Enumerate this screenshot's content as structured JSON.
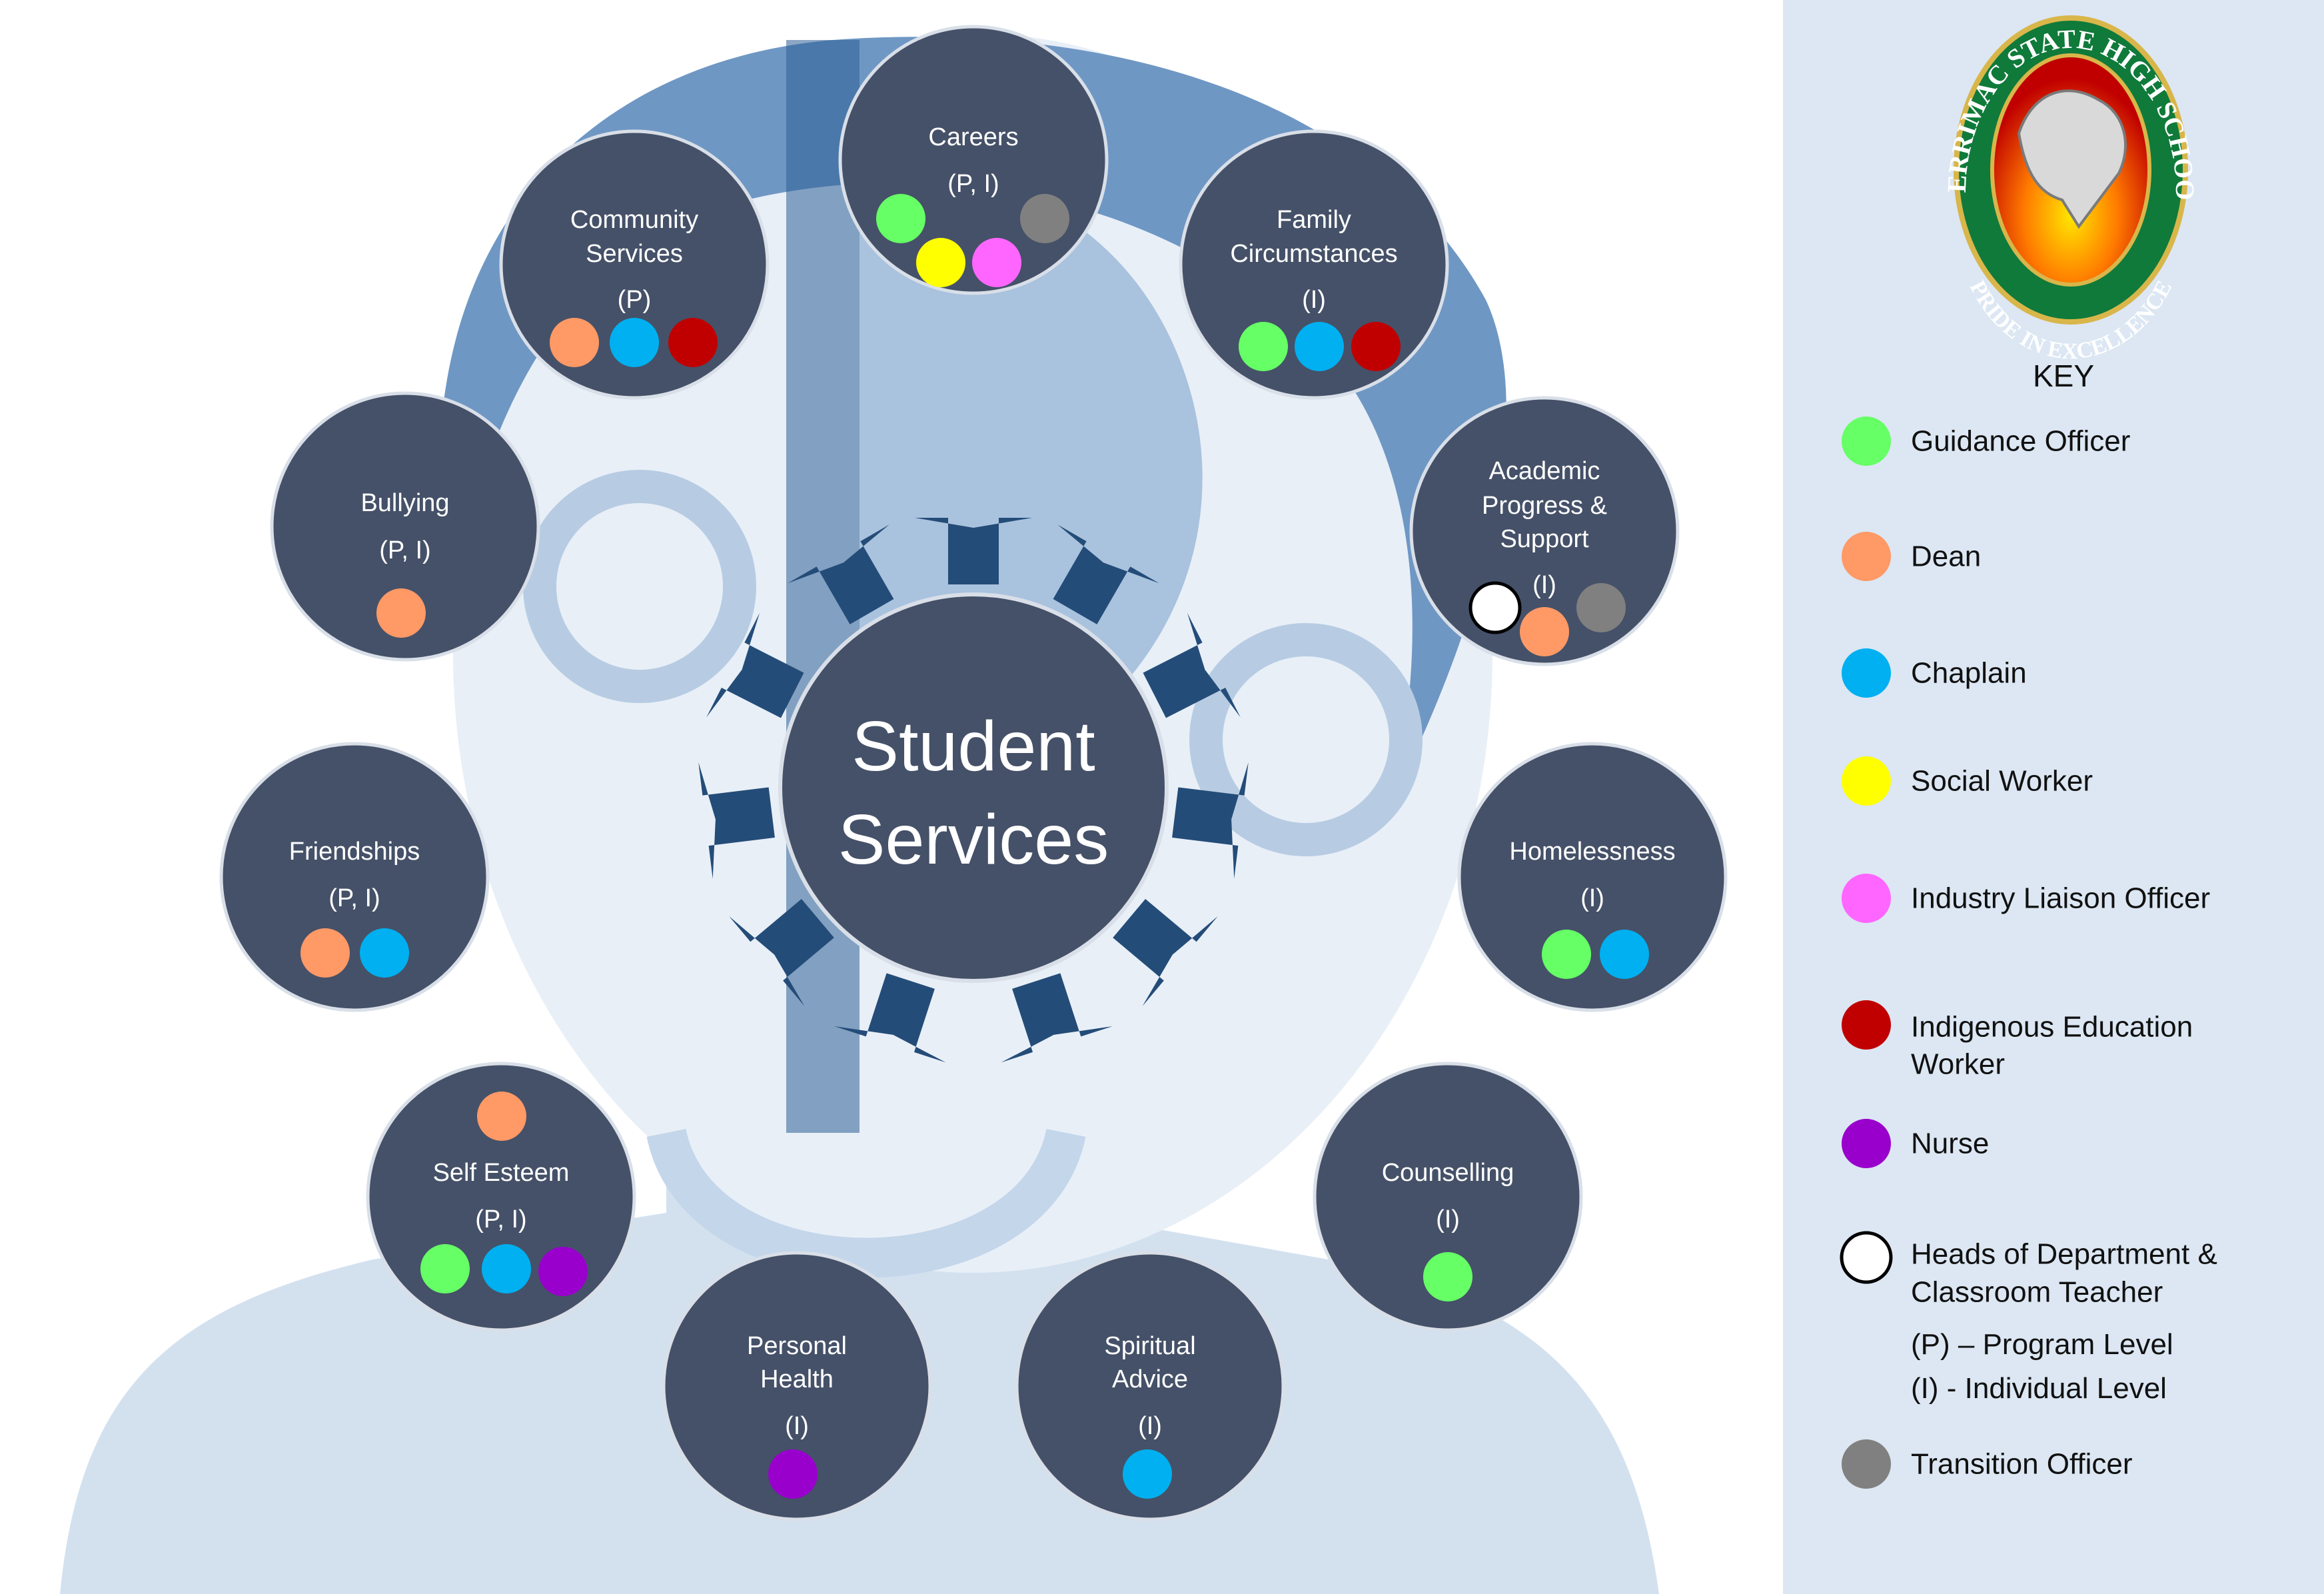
{
  "colors": {
    "node_fill": "#455168",
    "arrow_fill": "#244C78",
    "key_panel": "#DCE7F3",
    "silhouette": "#C9D9EA",
    "head_blue": "#6F97C4",
    "Guidance Officer": "#66FF66",
    "Dean": "#FF9966",
    "Chaplain": "#00B0F0",
    "Social Worker": "#FFFF00",
    "Industry Liaison Officer": "#FF66FF",
    "Indigenous Education Worker": "#C00000",
    "Nurse": "#9900CC",
    "Heads of Department & Classroom Teacher": "#FFFFFF",
    "Transition Officer": "#808080"
  },
  "center": {
    "title_line1": "Student",
    "title_line2": "Services"
  },
  "nodes": [
    {
      "id": "careers",
      "lines": [
        "Careers"
      ],
      "level": "(P, I)",
      "roles": [
        "Guidance Officer",
        "Transition Officer",
        "Social Worker",
        "Industry Liaison Officer"
      ]
    },
    {
      "id": "community-services",
      "lines": [
        "Community",
        "Services"
      ],
      "level": "(P)",
      "roles": [
        "Dean",
        "Chaplain",
        "Indigenous Education Worker"
      ]
    },
    {
      "id": "family-circumstances",
      "lines": [
        "Family",
        "Circumstances"
      ],
      "level": "(I)",
      "roles": [
        "Guidance Officer",
        "Chaplain",
        "Indigenous Education Worker"
      ]
    },
    {
      "id": "bullying",
      "lines": [
        "Bullying"
      ],
      "level": "(P, I)",
      "roles": [
        "Dean"
      ]
    },
    {
      "id": "academic-progress",
      "lines": [
        "Academic",
        "Progress &",
        "Support"
      ],
      "level": "(I)",
      "roles": [
        "Heads of Department & Classroom Teacher",
        "Dean",
        "Transition Officer"
      ]
    },
    {
      "id": "friendships",
      "lines": [
        "Friendships"
      ],
      "level": "(P, I)",
      "roles": [
        "Dean",
        "Chaplain"
      ]
    },
    {
      "id": "homelessness",
      "lines": [
        "Homelessness"
      ],
      "level": "(I)",
      "roles": [
        "Guidance Officer",
        "Chaplain"
      ]
    },
    {
      "id": "self-esteem",
      "lines": [
        "Self Esteem"
      ],
      "level": "(P, I)",
      "roles": [
        "Dean",
        "Guidance Officer",
        "Chaplain",
        "Nurse"
      ]
    },
    {
      "id": "counselling",
      "lines": [
        "Counselling"
      ],
      "level": "(I)",
      "roles": [
        "Guidance Officer"
      ]
    },
    {
      "id": "personal-health",
      "lines": [
        "Personal",
        "Health"
      ],
      "level": "(I)",
      "roles": [
        "Nurse"
      ]
    },
    {
      "id": "spiritual-advice",
      "lines": [
        "Spiritual",
        "Advice"
      ],
      "level": "(I)",
      "roles": [
        "Chaplain"
      ]
    }
  ],
  "logo": {
    "top_text": "MERRIMAC STATE HIGH SCHOOL",
    "bottom_text": "PRIDE IN EXCELLENCE"
  },
  "key": {
    "title": "KEY",
    "items": [
      {
        "role": "Guidance Officer",
        "lines": [
          "Guidance Officer"
        ]
      },
      {
        "role": "Dean",
        "lines": [
          "Dean"
        ]
      },
      {
        "role": "Chaplain",
        "lines": [
          "Chaplain"
        ]
      },
      {
        "role": "Social Worker",
        "lines": [
          "Social Worker"
        ]
      },
      {
        "role": "Industry Liaison Officer",
        "lines": [
          "Industry Liaison Officer"
        ]
      },
      {
        "role": "Indigenous Education Worker",
        "lines": [
          "Indigenous Education",
          "Worker"
        ]
      },
      {
        "role": "Nurse",
        "lines": [
          "Nurse"
        ]
      },
      {
        "role": "Heads of Department & Classroom Teacher",
        "lines": [
          "Heads of Department &",
          "Classroom Teacher"
        ]
      },
      {
        "role": "Transition Officer",
        "lines": [
          "Transition Officer"
        ]
      }
    ],
    "notes": [
      "(P) – Program Level",
      "(I) - Individual Level"
    ]
  }
}
